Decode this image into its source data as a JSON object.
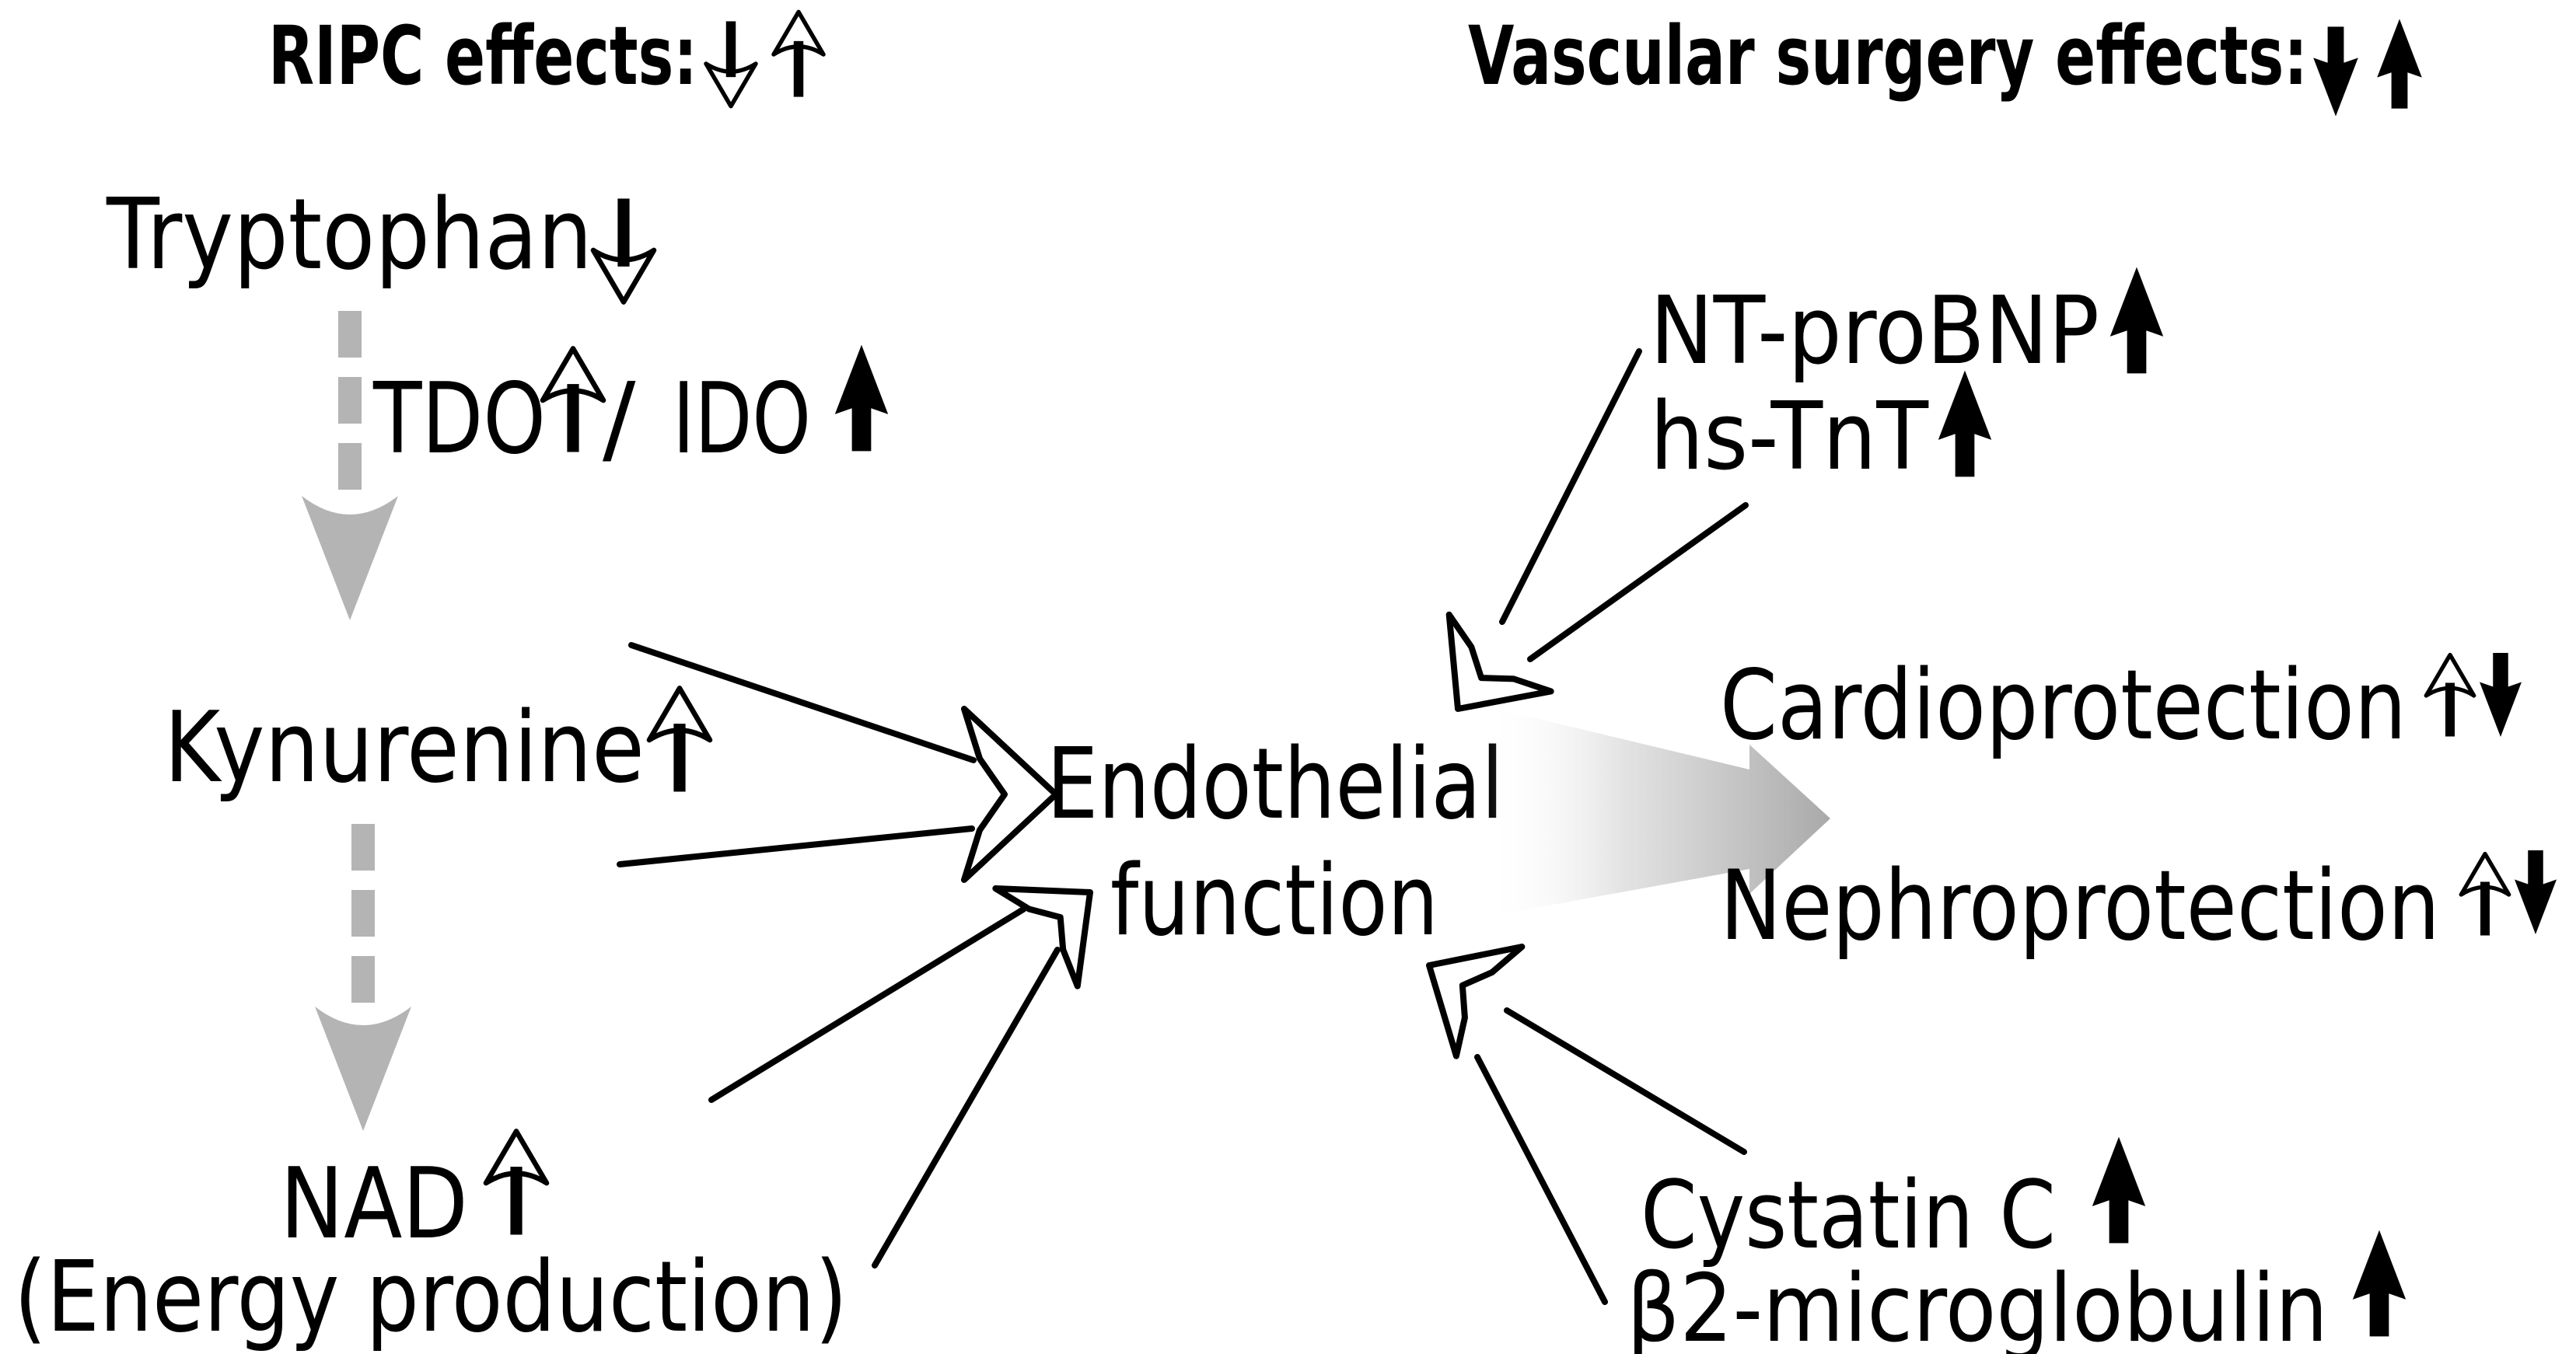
{
  "legend": {
    "ripc_label": "RIPC effects:",
    "surgery_label": "Vascular surgery effects:"
  },
  "pathway": {
    "tryptophan": "Tryptophan",
    "enzymes": {
      "tdo": "TDO",
      "separator": "/",
      "ido": "IDO"
    },
    "kynurenine": "Kynurenine",
    "nad": "NAD",
    "energy_note": "(Energy production)"
  },
  "hub": {
    "line1": "Endothelial",
    "line2": "function"
  },
  "cardiac_markers": {
    "ntprobnp": "NT-proBNP",
    "hstnt": "hs-TnT"
  },
  "renal_markers": {
    "cystatin": "Cystatin C",
    "b2m": "β2-microglobulin"
  },
  "outcomes": {
    "cardio": "Cardioprotection",
    "nephro": "Nephroprotection"
  },
  "colors": {
    "ink": "#000000",
    "gray_arrow": "#b4b4b4",
    "background": "#ffffff"
  },
  "icons": {
    "hollow_up_arrow": "increase due to RIPC",
    "hollow_down_arrow": "decrease due to RIPC",
    "solid_up_arrow": "increase due to vascular surgery",
    "solid_down_arrow": "decrease due to vascular surgery",
    "dashed_gray_arrow": "metabolic conversion step",
    "open_line_arrow": "influence on endothelial function",
    "gradient_arrow": "endothelial function drives outcomes"
  }
}
